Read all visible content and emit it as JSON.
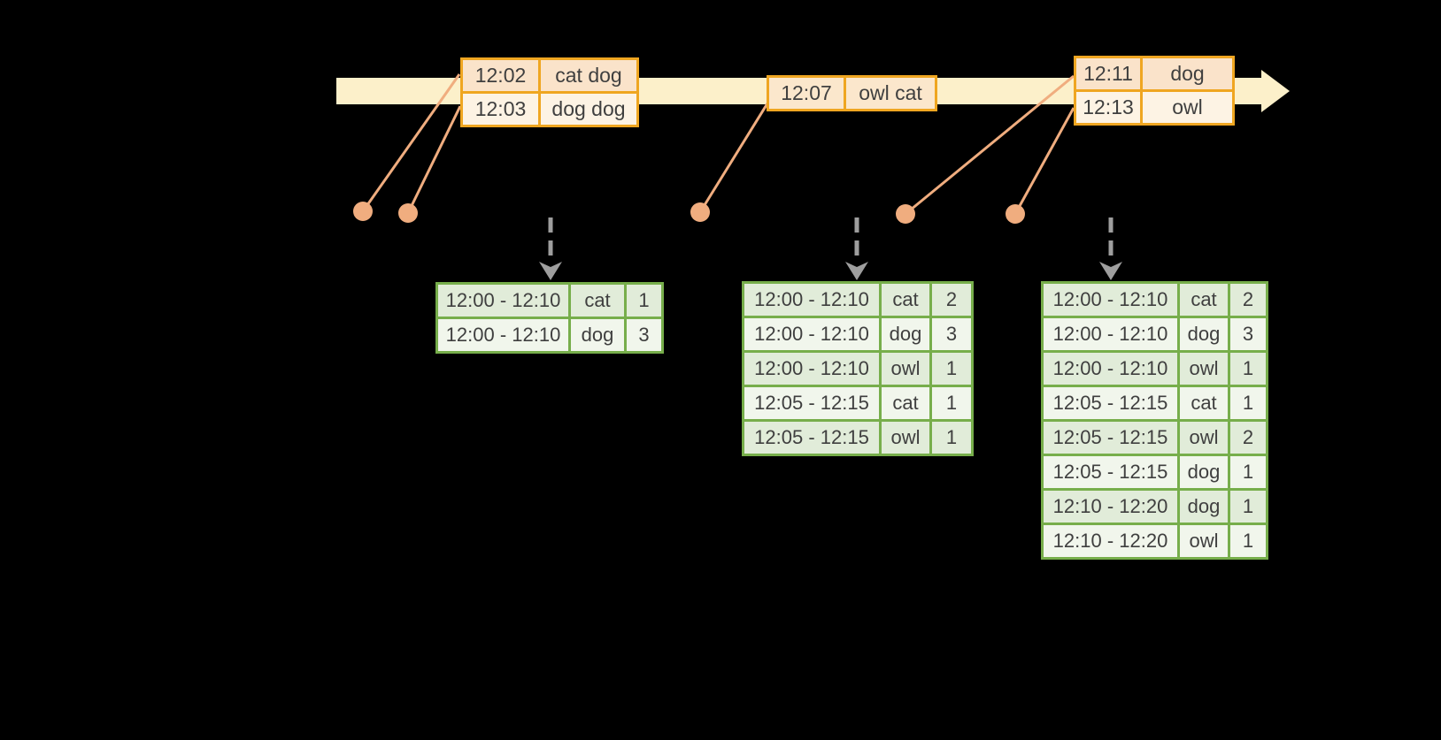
{
  "colors": {
    "background": "#000000",
    "timeline_fill": "#FCF0CA",
    "event_table_border": "#EFA621",
    "event_row_dark": "#FAE3CA",
    "event_row_light": "#FDF3E4",
    "event_single_row": "#FBE7CC",
    "connector_salmon": "#F0AD7F",
    "result_table_border": "#77AE4B",
    "result_row_dark": "#E1ECD9",
    "result_row_light": "#F1F6EC",
    "trigger_arrow_gray": "#9E9E9E",
    "table_text": "#3F3F3F"
  },
  "timeline": {
    "event_tables": [
      {
        "rows": [
          {
            "time": "12:02",
            "words": "cat dog"
          },
          {
            "time": "12:03",
            "words": "dog dog"
          }
        ]
      },
      {
        "rows": [
          {
            "time": "12:07",
            "words": "owl cat"
          }
        ]
      },
      {
        "rows": [
          {
            "time": "12:11",
            "words": "dog"
          },
          {
            "time": "12:13",
            "words": "owl"
          }
        ]
      }
    ]
  },
  "result_tables": [
    {
      "rows": [
        {
          "window": "12:00 - 12:10",
          "word": "cat",
          "count": "1"
        },
        {
          "window": "12:00 - 12:10",
          "word": "dog",
          "count": "3"
        }
      ]
    },
    {
      "rows": [
        {
          "window": "12:00 - 12:10",
          "word": "cat",
          "count": "2"
        },
        {
          "window": "12:00 - 12:10",
          "word": "dog",
          "count": "3"
        },
        {
          "window": "12:00 - 12:10",
          "word": "owl",
          "count": "1"
        },
        {
          "window": "12:05 - 12:15",
          "word": "cat",
          "count": "1"
        },
        {
          "window": "12:05 - 12:15",
          "word": "owl",
          "count": "1"
        }
      ]
    },
    {
      "rows": [
        {
          "window": "12:00 - 12:10",
          "word": "cat",
          "count": "2"
        },
        {
          "window": "12:00 - 12:10",
          "word": "dog",
          "count": "3"
        },
        {
          "window": "12:00 - 12:10",
          "word": "owl",
          "count": "1"
        },
        {
          "window": "12:05 - 12:15",
          "word": "cat",
          "count": "1"
        },
        {
          "window": "12:05 - 12:15",
          "word": "owl",
          "count": "2"
        },
        {
          "window": "12:05 - 12:15",
          "word": "dog",
          "count": "1"
        },
        {
          "window": "12:10 - 12:20",
          "word": "dog",
          "count": "1"
        },
        {
          "window": "12:10 - 12:20",
          "word": "owl",
          "count": "1"
        }
      ]
    }
  ]
}
